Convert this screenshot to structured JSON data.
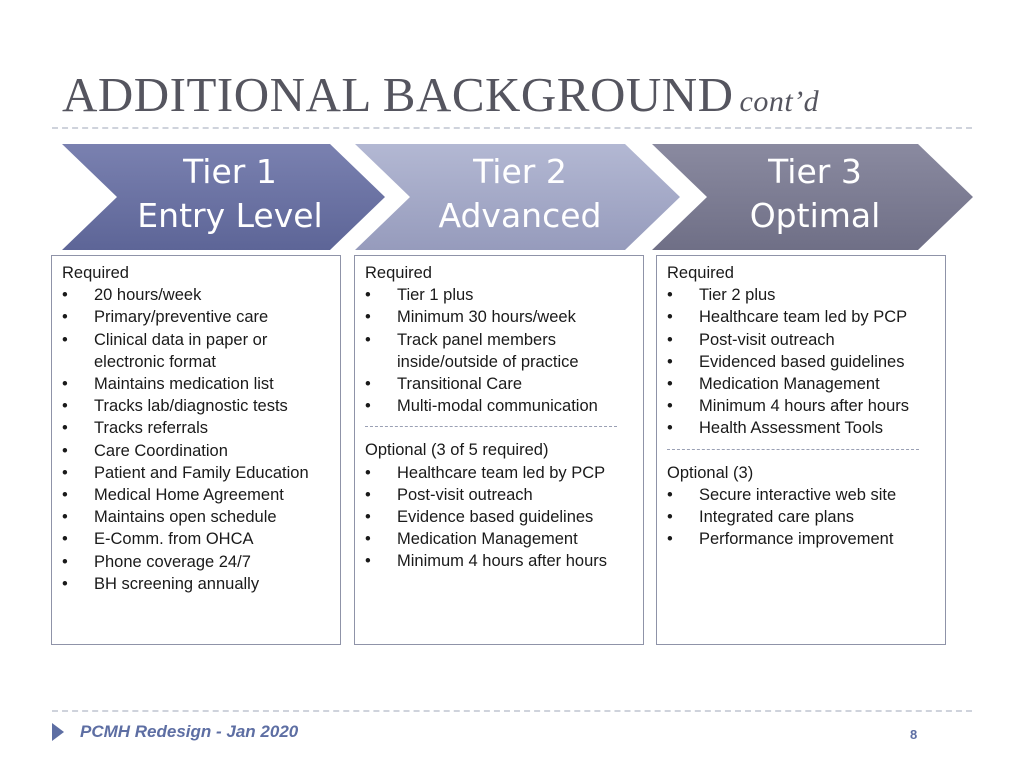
{
  "title": {
    "main": "ADDITIONAL BACKGROUND",
    "suffix": "cont’d"
  },
  "colors": {
    "tier1": "#6a72a4",
    "tier2": "#a4a9c7",
    "tier3": "#7c7c92",
    "footer": "#5d6ea3"
  },
  "tiers": [
    {
      "line1": "Tier 1",
      "line2": "Entry Level",
      "required_label": "Required",
      "required": [
        "20 hours/week",
        "Primary/preventive care",
        "Clinical data in paper or electronic format",
        "Maintains medication list",
        "Tracks lab/diagnostic tests",
        "Tracks referrals",
        "Care Coordination",
        "Patient and Family Education",
        "Medical Home Agreement",
        "Maintains open schedule",
        "E-Comm. from OHCA",
        "Phone coverage 24/7",
        "BH screening annually"
      ]
    },
    {
      "line1": "Tier 2",
      "line2": "Advanced",
      "required_label": "Required",
      "required": [
        "Tier 1 plus",
        "Minimum 30 hours/week",
        "Track panel members inside/outside of practice",
        "Transitional Care",
        "Multi-modal communication"
      ],
      "optional_label": "Optional (3 of 5 required)",
      "optional": [
        "Healthcare team led by PCP",
        "Post-visit outreach",
        "Evidence based guidelines",
        "Medication Management",
        "Minimum 4 hours after hours"
      ]
    },
    {
      "line1": "Tier 3",
      "line2": "Optimal",
      "required_label": "Required",
      "required": [
        "Tier 2 plus",
        "Healthcare team led by PCP",
        "Post-visit outreach",
        "Evidenced based guidelines",
        "Medication Management",
        "Minimum 4 hours after hours",
        "Health Assessment Tools"
      ],
      "optional_label": "Optional (3)",
      "optional": [
        "Secure interactive web site",
        "Integrated care plans",
        "Performance improvement"
      ]
    }
  ],
  "bullet": "•",
  "footer": {
    "text": "PCMH Redesign - Jan 2020",
    "page": "8"
  }
}
